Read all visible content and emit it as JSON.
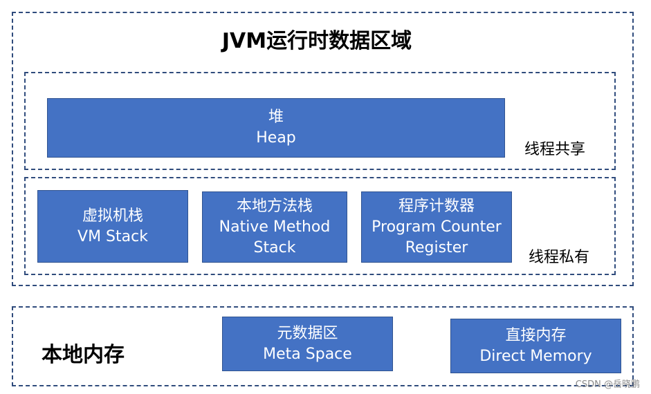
{
  "jvm_area": {
    "title": "JVM运行时数据区域",
    "shared": {
      "label": "线程共享",
      "heap": {
        "zh": "堆",
        "en": "Heap"
      }
    },
    "private": {
      "label": "线程私有",
      "vm_stack": {
        "zh": "虚拟机栈",
        "en": "VM Stack"
      },
      "native_stack": {
        "zh": "本地方法栈",
        "en1": "Native Method",
        "en2": "Stack"
      },
      "pc_register": {
        "zh": "程序计数器",
        "en1": "Program Counter",
        "en2": "Register"
      }
    }
  },
  "native_memory": {
    "label": "本地内存",
    "meta_space": {
      "zh": "元数据区",
      "en": "Meta Space"
    },
    "direct_memory": {
      "zh": "直接内存",
      "en": "Direct Memory"
    }
  },
  "watermark": "CSDN @岳晓鹏",
  "colors": {
    "box_fill": "#4472c4",
    "border": "#2f4b7c"
  }
}
